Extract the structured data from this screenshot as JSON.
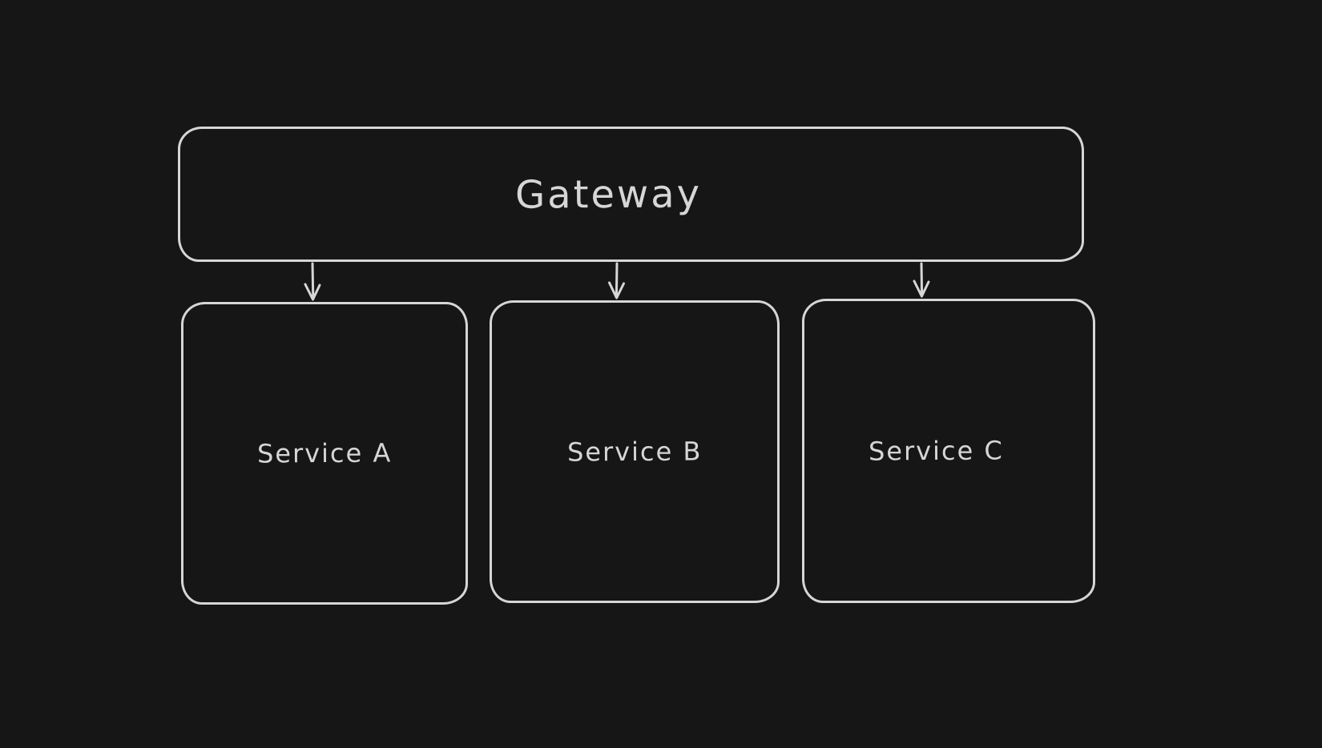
{
  "canvas": {
    "background_color": "#161616",
    "stroke_color": "#d6d6d6"
  },
  "diagram": {
    "nodes": [
      {
        "id": "gateway",
        "label": "Gateway"
      },
      {
        "id": "service-a",
        "label": "Service A"
      },
      {
        "id": "service-b",
        "label": "Service B"
      },
      {
        "id": "service-c",
        "label": "Service C"
      }
    ],
    "edges": [
      {
        "from": "gateway",
        "to": "service-a",
        "type": "arrow"
      },
      {
        "from": "gateway",
        "to": "service-b",
        "type": "arrow"
      },
      {
        "from": "gateway",
        "to": "service-c",
        "type": "arrow"
      }
    ]
  }
}
